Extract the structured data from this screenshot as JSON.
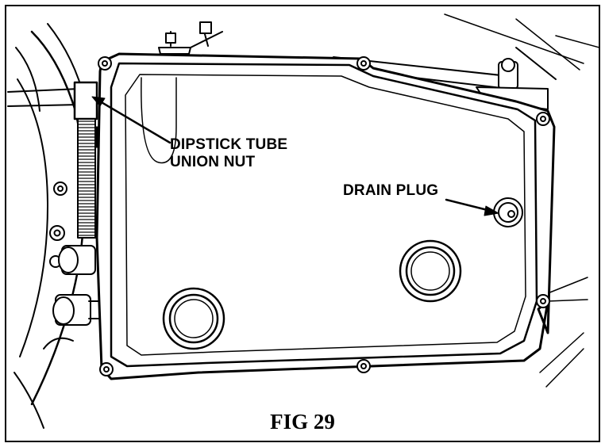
{
  "labels": {
    "dipstick_line1": "DIPSTICK TUBE",
    "dipstick_line2": "UNION NUT",
    "drain_plug": "DRAIN PLUG"
  },
  "caption": "FIG 29"
}
